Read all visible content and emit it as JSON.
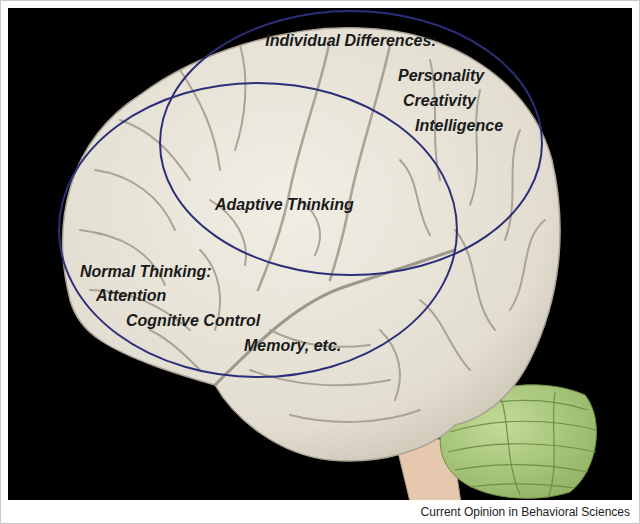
{
  "diagram": {
    "nodes": [
      {
        "text": [
          "Individual Differences:",
          "Personality",
          "Creativity",
          "Intelligence"
        ]
      },
      {
        "text": [
          "Normal Thinking:",
          "Attention",
          "Cognitive Control",
          "Memory, etc."
        ]
      }
    ],
    "labels": [
      "Adaptive Thinking",
      "Current Opinion in Behavioral Sciences"
    ]
  }
}
